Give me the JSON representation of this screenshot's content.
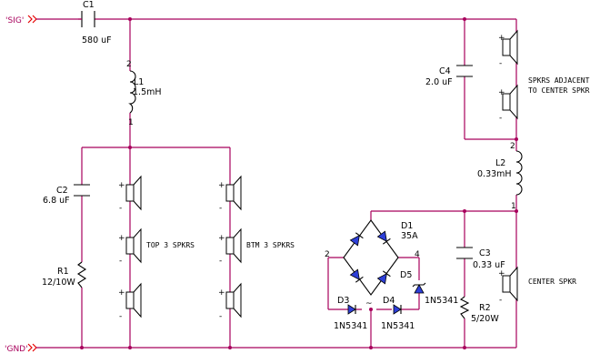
{
  "ports": {
    "sig": "'SIG'",
    "gnd": "'GND'"
  },
  "capacitors": {
    "c1": {
      "ref": "C1",
      "value": "580 uF"
    },
    "c2": {
      "ref": "C2",
      "value": "6.8 uF"
    },
    "c3": {
      "ref": "C3",
      "value": "0.33 uF"
    },
    "c4": {
      "ref": "C4",
      "value": "2.0 uF"
    }
  },
  "inductors": {
    "l1": {
      "ref": "L1",
      "value": "1.5mH",
      "pin_top": "2",
      "pin_bottom": "1"
    },
    "l2": {
      "ref": "L2",
      "value": "0.33mH",
      "pin_top": "2",
      "pin_bottom": "1"
    }
  },
  "resistors": {
    "r1": {
      "ref": "R1",
      "value": "12/10W"
    },
    "r2": {
      "ref": "R2",
      "value": "5/20W"
    }
  },
  "bridge": {
    "ref": "D1",
    "value": "35A",
    "pin_left": "2",
    "pin_right": "4",
    "pin_bottom": "~"
  },
  "diodes": {
    "d3": {
      "ref": "D3",
      "value": "1N5341"
    },
    "d4": {
      "ref": "D4",
      "value": "1N5341"
    },
    "d5": {
      "ref": "D5",
      "value": "1N5341"
    }
  },
  "speaker_labels": {
    "adjacent_line1": "SPKRS ADJACENT",
    "adjacent_line2": "TO CENTER SPKR",
    "top": "TOP 3 SPKRS",
    "bottom": "BTM 3 SPKRS",
    "center": "CENTER SPKR"
  },
  "polarity": {
    "plus": "+",
    "minus": "-"
  }
}
